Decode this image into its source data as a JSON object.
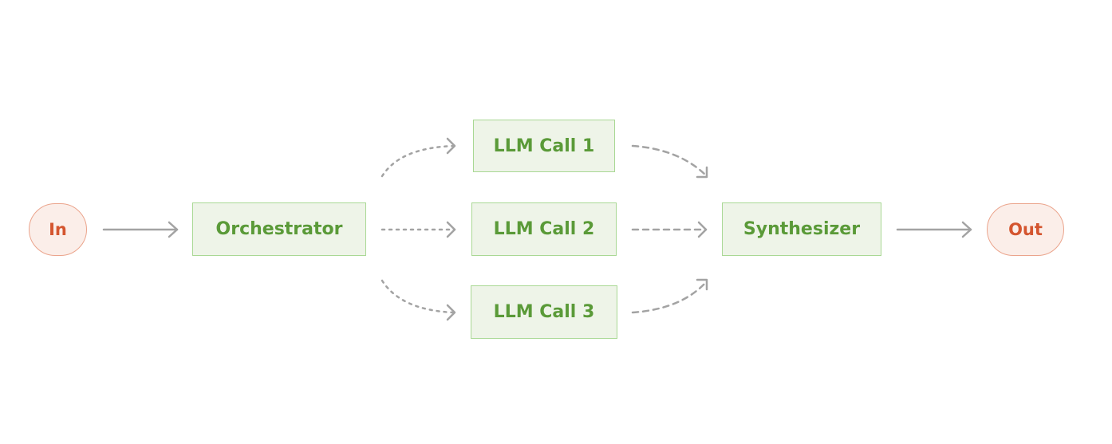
{
  "diagram": {
    "input": {
      "label": "In"
    },
    "orchestrator": {
      "label": "Orchestrator"
    },
    "workers": [
      {
        "label": "LLM Call 1"
      },
      {
        "label": "LLM Call 2"
      },
      {
        "label": "LLM Call 3"
      }
    ],
    "synthesizer": {
      "label": "Synthesizer"
    },
    "output": {
      "label": "Out"
    }
  },
  "colors": {
    "terminal_border": "#eba48c",
    "terminal_fill": "#fbeee9",
    "terminal_text": "#d4552f",
    "node_border": "#a9d894",
    "node_fill": "#eef4e8",
    "node_text": "#5a9a38",
    "edge": "#a3a3a3"
  }
}
